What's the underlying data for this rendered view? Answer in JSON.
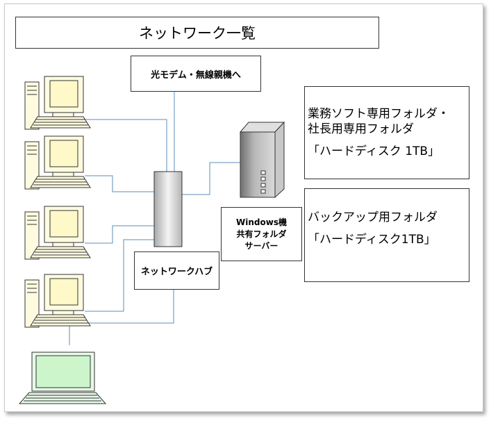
{
  "title": "ネットワーク一覧",
  "modem": {
    "label": "光モデム・無線親機へ"
  },
  "hub": {
    "label": "ネットワークハブ"
  },
  "server": {
    "lines": [
      "Windows機",
      "共有フォルダ",
      "サーバー"
    ]
  },
  "folders": [
    {
      "lines": [
        "業務ソフト専用フォルダ・",
        "社長用専用フォルダ"
      ],
      "disk": "「ハードディスク 1TB」"
    },
    {
      "lines": [
        "バックアップ用フォルダ"
      ],
      "disk": "「ハードディスク1TB」"
    }
  ],
  "colors": {
    "link": "#5b8db8",
    "pc_screen": "#fff8c8",
    "pc_body": "#fffbe0",
    "laptop_screen": "#ccf5cc"
  }
}
